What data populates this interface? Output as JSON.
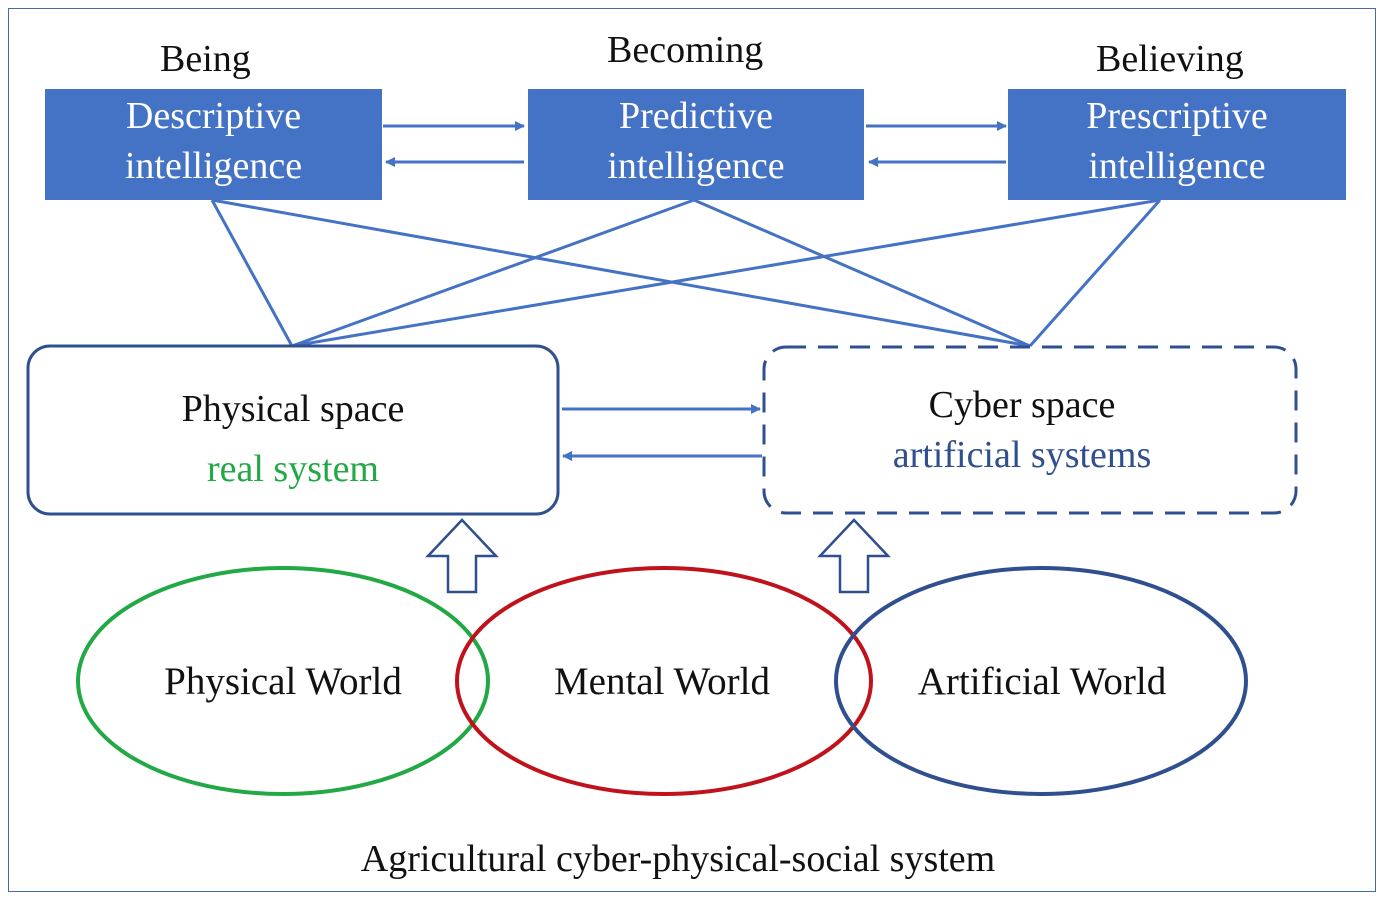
{
  "stages": [
    {
      "heading": "Being",
      "line1": "Descriptive",
      "line2": "intelligence"
    },
    {
      "heading": "Becoming",
      "line1": "Predictive",
      "line2": "intelligence"
    },
    {
      "heading": "Believing",
      "line1": "Prescriptive",
      "line2": "intelligence"
    }
  ],
  "physical_space": {
    "title": "Physical space",
    "subtitle": "real system"
  },
  "cyber_space": {
    "title": "Cyber space",
    "subtitle": "artificial systems"
  },
  "worlds": [
    {
      "label": "Physical World",
      "color": "#22a845"
    },
    {
      "label": "Mental World",
      "color": "#c0121b"
    },
    {
      "label": "Artificial World",
      "color": "#2f4f8f"
    }
  ],
  "caption": "Agricultural cyber-physical-social system",
  "colors": {
    "box_fill": "#4472c4",
    "arrow": "#4472c4",
    "space_border": "#2f4f8f",
    "real_system_text": "#22a845",
    "artificial_text": "#2f4f8f"
  }
}
